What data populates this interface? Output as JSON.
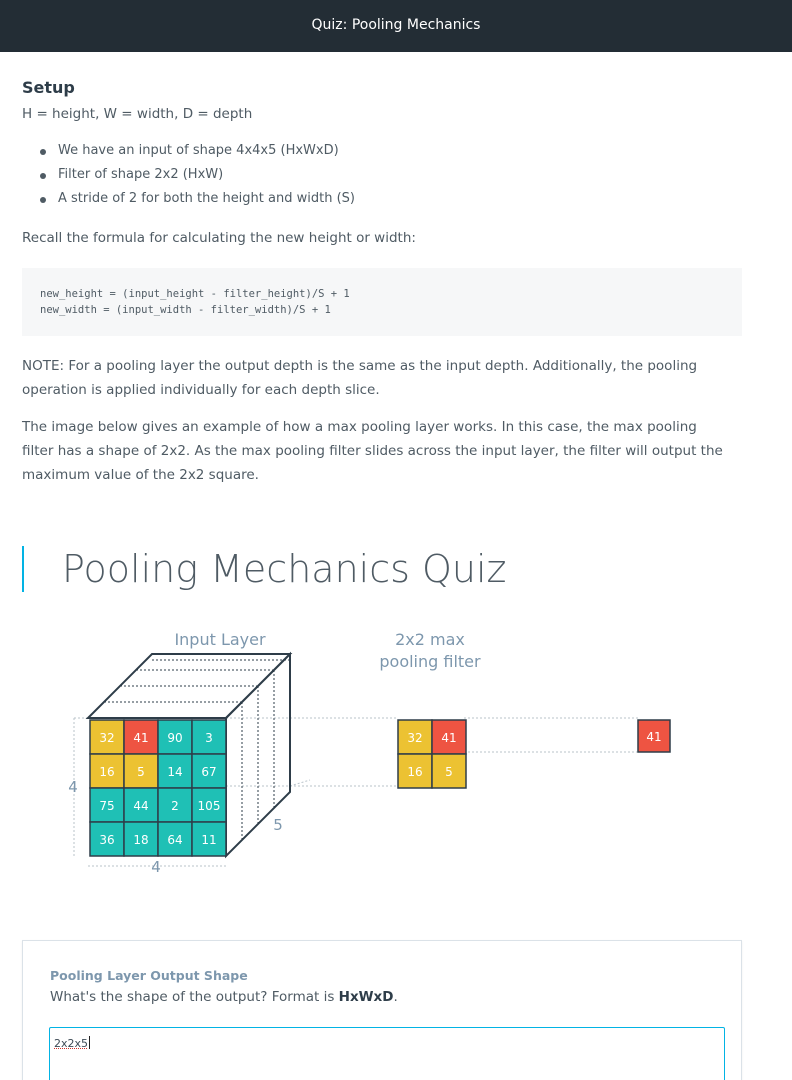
{
  "header": {
    "title": "Quiz: Pooling Mechanics"
  },
  "setup": {
    "heading": "Setup",
    "description": "H = height, W = width, D = depth",
    "bullets": [
      "We have an input of shape 4x4x5 (HxWxD)",
      "Filter of shape 2x2 (HxW)",
      "A stride of 2 for both the height and width (S)"
    ],
    "recall": "Recall the formula for calculating the new height or width:"
  },
  "code": {
    "line1": "new_height = (input_height - filter_height)/S + 1",
    "line2": "new_width = (input_width - filter_width)/S + 1"
  },
  "note": "NOTE: For a pooling layer the output depth is the same as the input depth. Additionally, the pooling operation is applied individually for each depth slice.",
  "explanation": "The image below gives an example of how a max pooling layer works. In this case, the max pooling filter has a shape of 2x2. As the max pooling filter slides across the input layer, the filter will output the maximum value of the 2x2 square.",
  "quiz_heading": "Pooling Mechanics Quiz",
  "diagram": {
    "input_label": "Input Layer",
    "filter_label_1": "2x2 max",
    "filter_label_2": "pooling filter",
    "height_dim": "4",
    "width_dim": "4",
    "depth_dim": "5",
    "grid": [
      [
        "32",
        "41",
        "90",
        "3"
      ],
      [
        "16",
        "5",
        "14",
        "67"
      ],
      [
        "75",
        "44",
        "2",
        "105"
      ],
      [
        "36",
        "18",
        "64",
        "11"
      ]
    ],
    "filter_grid": [
      [
        "32",
        "41"
      ],
      [
        "16",
        "5"
      ]
    ],
    "output_value": "41",
    "colors": {
      "yellow": "#ecc232",
      "red": "#ee5442",
      "teal": "#1fc0b5",
      "stroke": "#2e3d49"
    }
  },
  "quiz": {
    "label": "Pooling Layer Output Shape",
    "question_prefix": "What's the shape of the output? Format is ",
    "question_bold": "HxWxD",
    "question_suffix": ".",
    "answer_value": "2x2x5"
  }
}
